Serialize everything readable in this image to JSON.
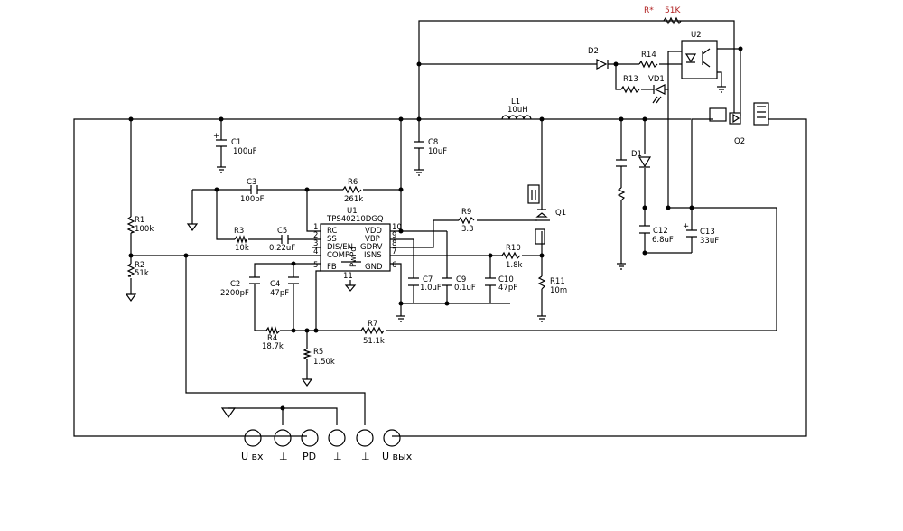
{
  "top_label": {
    "ref": "R*",
    "value": "51K"
  },
  "components": {
    "C1": {
      "ref": "C1",
      "value": "100uF"
    },
    "C3": {
      "ref": "C3",
      "value": "100pF"
    },
    "R6": {
      "ref": "R6",
      "value": "261k"
    },
    "R1": {
      "ref": "R1",
      "value": "100k"
    },
    "R2": {
      "ref": "R2",
      "value": "51k"
    },
    "R3": {
      "ref": "R3",
      "value": "10k"
    },
    "C5": {
      "ref": "C5",
      "value": "0.22uF"
    },
    "C2": {
      "ref": "C2",
      "value": "2200pF"
    },
    "C4": {
      "ref": "C4",
      "value": "47pF"
    },
    "R4": {
      "ref": "R4",
      "value": "18.7k"
    },
    "R5": {
      "ref": "R5",
      "value": "1.50k"
    },
    "R7": {
      "ref": "R7",
      "value": "51.1k"
    },
    "C8": {
      "ref": "C8",
      "value": "10uF"
    },
    "L1": {
      "ref": "L1",
      "value": "10uH"
    },
    "R9": {
      "ref": "R9",
      "value": "3.3"
    },
    "Q1": {
      "ref": "Q1"
    },
    "R10": {
      "ref": "R10",
      "value": "1.8k"
    },
    "R11": {
      "ref": "R11",
      "value": "10m"
    },
    "C7": {
      "ref": "C7",
      "value": "1.0uF"
    },
    "C9": {
      "ref": "C9",
      "value": "0.1uF"
    },
    "C10": {
      "ref": "C10",
      "value": "47pF"
    },
    "D1": {
      "ref": "D1"
    },
    "D2": {
      "ref": "D2"
    },
    "R14": {
      "ref": "R14"
    },
    "R13": {
      "ref": "R13"
    },
    "VD1": {
      "ref": "VD1"
    },
    "U2": {
      "ref": "U2"
    },
    "Q2": {
      "ref": "Q2"
    },
    "C12": {
      "ref": "C12",
      "value": "6.8uF"
    },
    "C13": {
      "ref": "C13",
      "value": "33uF"
    }
  },
  "ic": {
    "ref": "U1",
    "part": "TPS40210DGQ",
    "pwrpad": "PwPd",
    "pwrpad_pin": "11",
    "pins_left": [
      {
        "num": "1",
        "name": "RC"
      },
      {
        "num": "2",
        "name": "SS"
      },
      {
        "num": "3",
        "name": "DIS/EN"
      },
      {
        "num": "4",
        "name": "COMP"
      },
      {
        "num": "5",
        "name": "FB"
      }
    ],
    "pins_right": [
      {
        "num": "10",
        "name": "VDD"
      },
      {
        "num": "9",
        "name": "VBP"
      },
      {
        "num": "8",
        "name": "GDRV"
      },
      {
        "num": "7",
        "name": "ISNS"
      },
      {
        "num": "6",
        "name": "GND"
      }
    ]
  },
  "connectors": [
    {
      "label": "U вх"
    },
    {
      "label": "⊥"
    },
    {
      "label": "PD"
    },
    {
      "label": "⊥"
    },
    {
      "label": "⊥"
    },
    {
      "label": "U вых"
    }
  ]
}
